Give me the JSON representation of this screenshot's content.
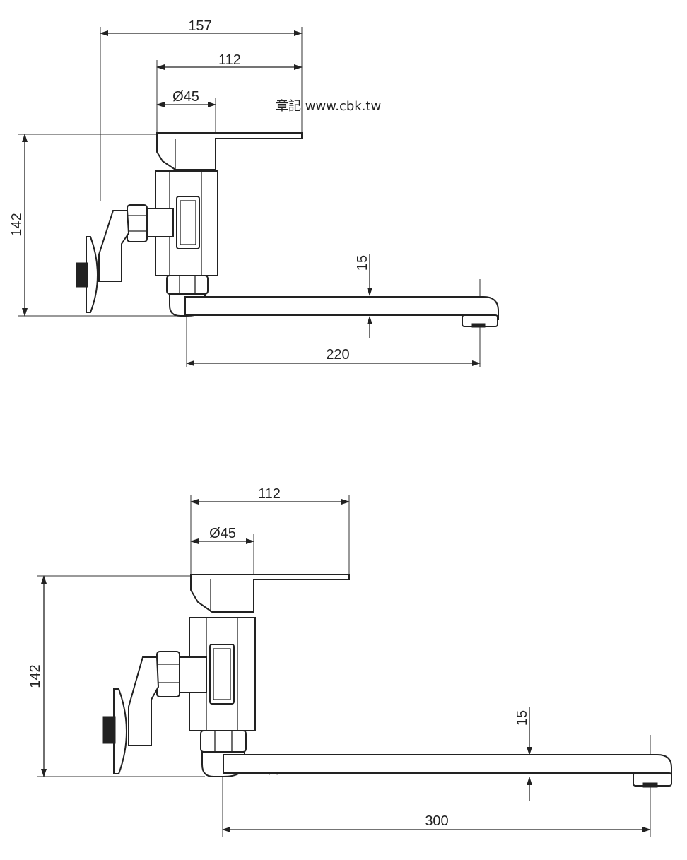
{
  "watermark": "章記 www.cbk.tw",
  "colors": {
    "line": "#222222",
    "background": "#ffffff"
  },
  "figure_top": {
    "dim_overall": "157",
    "dim_lever": "112",
    "dim_diameter": "Ø45",
    "dim_height": "142",
    "dim_spout_thickness": "15",
    "dim_spout_reach": "220"
  },
  "figure_bottom": {
    "dim_lever": "112",
    "dim_diameter": "Ø45",
    "dim_height": "142",
    "dim_spout_thickness": "15",
    "dim_spout_reach": "300"
  }
}
